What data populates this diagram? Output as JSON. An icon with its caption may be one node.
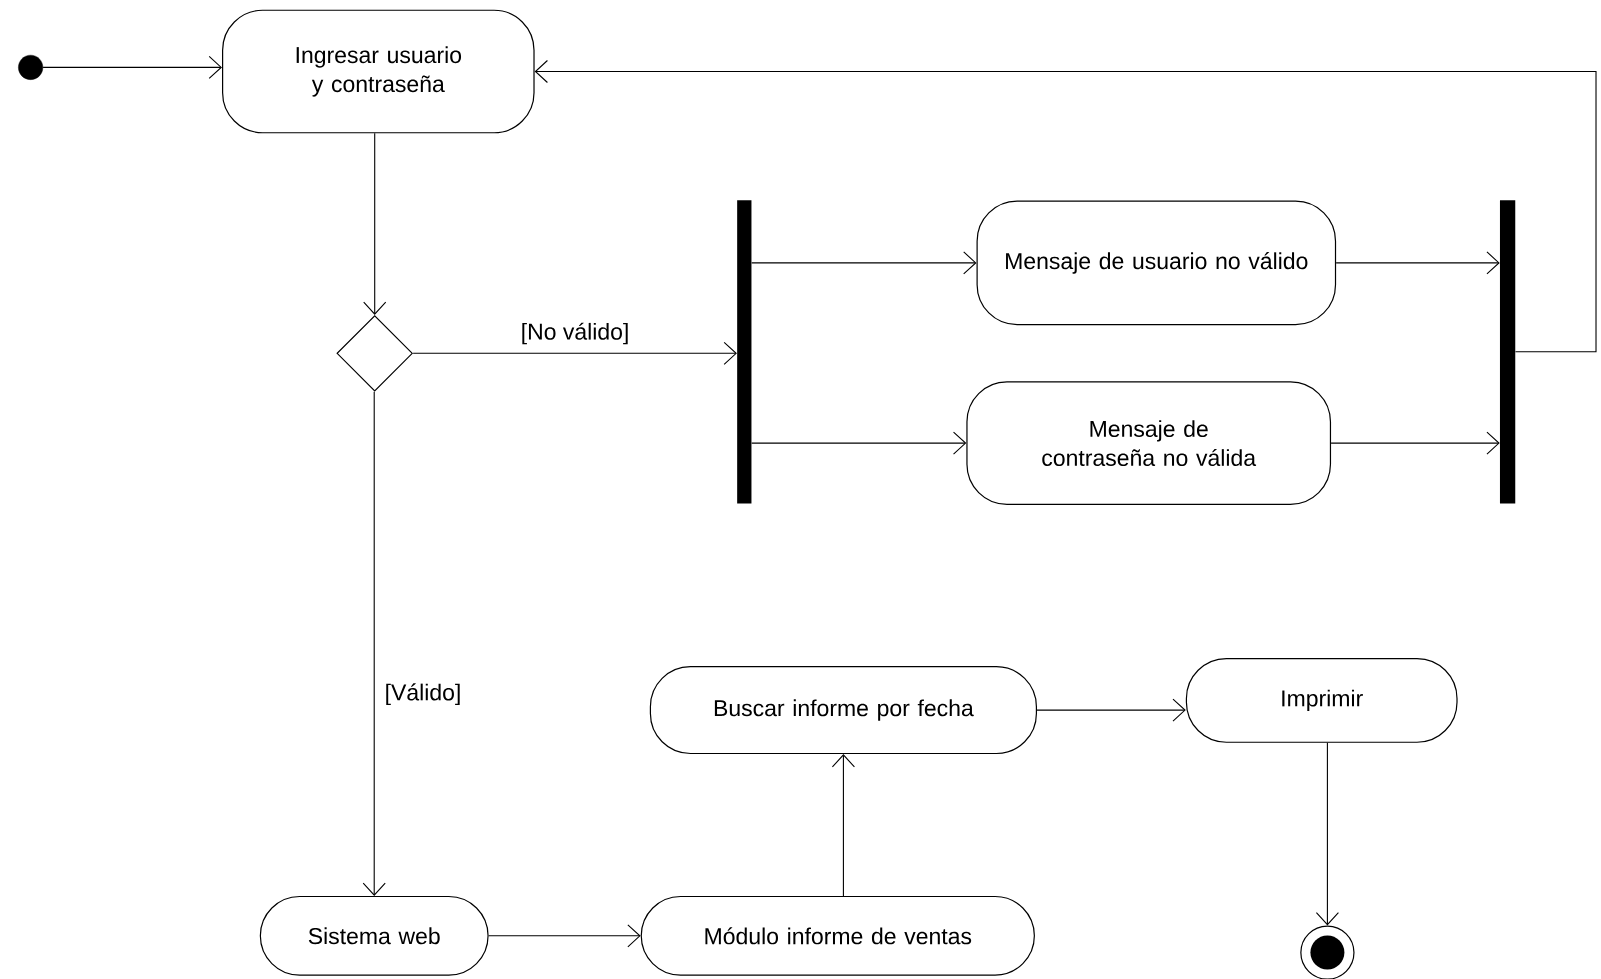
{
  "diagram": {
    "nodes": [
      {
        "text": [],
        "shape": "circle"
      },
      {
        "text": [
          "Ingresar usuario y contraseña"
        ]
      },
      {
        "text": [],
        "shape": "diamond"
      },
      {
        "text": [],
        "shape": "bar"
      },
      {
        "text": [
          "Mensaje de usuario no válido"
        ]
      },
      {
        "text": [
          "Mensaje de contraseña no válida"
        ]
      },
      {
        "text": [],
        "shape": "bar"
      },
      {
        "text": [
          "Sistema web"
        ]
      },
      {
        "text": [
          "Módulo informe de ventas"
        ]
      },
      {
        "text": [
          "Buscar informe por fecha"
        ]
      },
      {
        "text": [
          "Imprimir"
        ]
      },
      {
        "text": [],
        "shape": "bullseye"
      }
    ],
    "edges": [
      {
        "from": 0,
        "to": 1,
        "arrow": "to"
      },
      {
        "from": 1,
        "to": 2,
        "arrow": "to"
      },
      {
        "from": 2,
        "to": 3,
        "arrow": "to",
        "label": "[No válido]"
      },
      {
        "from": 3,
        "to": 4,
        "arrow": "to"
      },
      {
        "from": 3,
        "to": 5,
        "arrow": "to"
      },
      {
        "from": 4,
        "to": 6,
        "arrow": "to"
      },
      {
        "from": 5,
        "to": 6,
        "arrow": "to"
      },
      {
        "from": 6,
        "to": 1,
        "arrow": "to"
      },
      {
        "from": 2,
        "to": 7,
        "arrow": "to",
        "label": "[Válido]"
      },
      {
        "from": 7,
        "to": 8,
        "arrow": "to"
      },
      {
        "from": 8,
        "to": 9,
        "arrow": "to"
      },
      {
        "from": 9,
        "to": 10,
        "arrow": "to"
      },
      {
        "from": 10,
        "to": 11,
        "arrow": "to"
      }
    ]
  }
}
